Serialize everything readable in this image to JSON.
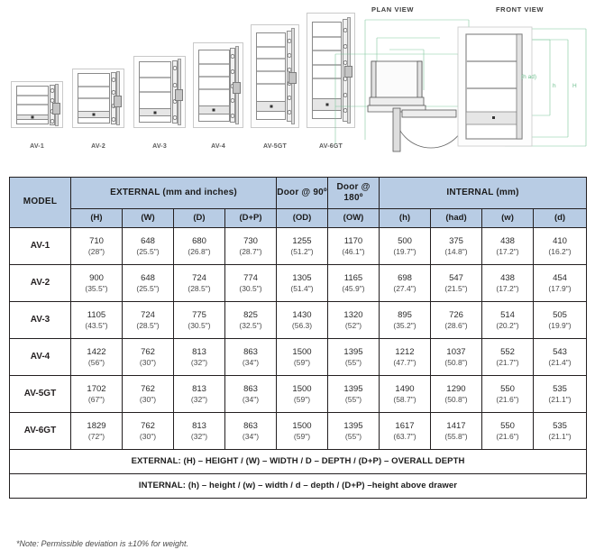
{
  "illustrations": {
    "models": [
      {
        "label": "AV-1",
        "shelves": 2
      },
      {
        "label": "AV-2",
        "shelves": 2
      },
      {
        "label": "AV-3",
        "shelves": 2
      },
      {
        "label": "AV-4",
        "shelves": 3
      },
      {
        "label": "AV-5GT",
        "shelves": 4
      },
      {
        "label": "AV-6GT",
        "shelves": 4
      }
    ]
  },
  "drawings": {
    "plan_view_title": "PLAN VIEW",
    "front_view_title": "FRONT VIEW",
    "front_dimensions": [
      "(h ad)",
      "h",
      "H"
    ],
    "accent_color": "#6fbf8f"
  },
  "table": {
    "header": {
      "model": "MODEL",
      "groups": [
        {
          "label": "EXTERNAL (mm and inches)",
          "span": 4
        },
        {
          "label": "Door @ 90º",
          "span": 1
        },
        {
          "label": "Door @ 180º",
          "span": 1
        },
        {
          "label": "INTERNAL (mm)",
          "span": 4
        }
      ],
      "subs": [
        "(H)",
        "(W)",
        "(D)",
        "(D+P)",
        "(OD)",
        "(OW)",
        "(h)",
        "(had)",
        "(w)",
        "(d)"
      ]
    },
    "rows": [
      {
        "model": "AV-1",
        "values": [
          {
            "mm": "710",
            "inch": "(28\")"
          },
          {
            "mm": "648",
            "inch": "(25.5\")"
          },
          {
            "mm": "680",
            "inch": "(26.8\")"
          },
          {
            "mm": "730",
            "inch": "(28.7\")"
          },
          {
            "mm": "1255",
            "inch": "(51.2\")"
          },
          {
            "mm": "1170",
            "inch": "(46.1\")"
          },
          {
            "mm": "500",
            "inch": "(19.7\")"
          },
          {
            "mm": "375",
            "inch": "(14.8\")"
          },
          {
            "mm": "438",
            "inch": "(17.2\")"
          },
          {
            "mm": "410",
            "inch": "(16.2\")"
          }
        ]
      },
      {
        "model": "AV-2",
        "values": [
          {
            "mm": "900",
            "inch": "(35.5\")"
          },
          {
            "mm": "648",
            "inch": "(25.5\")"
          },
          {
            "mm": "724",
            "inch": "(28.5\")"
          },
          {
            "mm": "774",
            "inch": "(30.5\")"
          },
          {
            "mm": "1305",
            "inch": "(51.4\")"
          },
          {
            "mm": "1165",
            "inch": "(45.9\")"
          },
          {
            "mm": "698",
            "inch": "(27.4\")"
          },
          {
            "mm": "547",
            "inch": "(21.5\")"
          },
          {
            "mm": "438",
            "inch": "(17.2\")"
          },
          {
            "mm": "454",
            "inch": "(17.9\")"
          }
        ]
      },
      {
        "model": "AV-3",
        "values": [
          {
            "mm": "1105",
            "inch": "(43.5\")"
          },
          {
            "mm": "724",
            "inch": "(28.5\")"
          },
          {
            "mm": "775",
            "inch": "(30.5\")"
          },
          {
            "mm": "825",
            "inch": "(32.5\")"
          },
          {
            "mm": "1430",
            "inch": "(56.3)"
          },
          {
            "mm": "1320",
            "inch": "(52\")"
          },
          {
            "mm": "895",
            "inch": "(35.2\")"
          },
          {
            "mm": "726",
            "inch": "(28.6\")"
          },
          {
            "mm": "514",
            "inch": "(20.2\")"
          },
          {
            "mm": "505",
            "inch": "(19.9\")"
          }
        ]
      },
      {
        "model": "AV-4",
        "values": [
          {
            "mm": "1422",
            "inch": "(56\")"
          },
          {
            "mm": "762",
            "inch": "(30\")"
          },
          {
            "mm": "813",
            "inch": "(32\")"
          },
          {
            "mm": "863",
            "inch": "(34\")"
          },
          {
            "mm": "1500",
            "inch": "(59\")"
          },
          {
            "mm": "1395",
            "inch": "(55\")"
          },
          {
            "mm": "1212",
            "inch": "(47.7\")"
          },
          {
            "mm": "1037",
            "inch": "(50.8\")"
          },
          {
            "mm": "552",
            "inch": "(21.7\")"
          },
          {
            "mm": "543",
            "inch": "(21.4\")"
          }
        ]
      },
      {
        "model": "AV-5GT",
        "values": [
          {
            "mm": "1702",
            "inch": "(67\")"
          },
          {
            "mm": "762",
            "inch": "(30\")"
          },
          {
            "mm": "813",
            "inch": "(32\")"
          },
          {
            "mm": "863",
            "inch": "(34\")"
          },
          {
            "mm": "1500",
            "inch": "(59\")"
          },
          {
            "mm": "1395",
            "inch": "(55\")"
          },
          {
            "mm": "1490",
            "inch": "(58.7\")"
          },
          {
            "mm": "1290",
            "inch": "(50.8\")"
          },
          {
            "mm": "550",
            "inch": "(21.6\")"
          },
          {
            "mm": "535",
            "inch": "(21.1\")"
          }
        ]
      },
      {
        "model": "AV-6GT",
        "values": [
          {
            "mm": "1829",
            "inch": "(72\")"
          },
          {
            "mm": "762",
            "inch": "(30\")"
          },
          {
            "mm": "813",
            "inch": "(32\")"
          },
          {
            "mm": "863",
            "inch": "(34\")"
          },
          {
            "mm": "1500",
            "inch": "(59\")"
          },
          {
            "mm": "1395",
            "inch": "(55\")"
          },
          {
            "mm": "1617",
            "inch": "(63.7\")"
          },
          {
            "mm": "1417",
            "inch": "(55.8\")"
          },
          {
            "mm": "550",
            "inch": "(21.6\")"
          },
          {
            "mm": "535",
            "inch": "(21.1\")"
          }
        ]
      }
    ],
    "legend_external": "EXTERNAL: (H) – HEIGHT / (W) – WIDTH / D – DEPTH / (D+P) – OVERALL DEPTH",
    "legend_internal": "INTERNAL: (h) – height / (w) – width / d – depth / (D+P) –height above drawer"
  },
  "note": "*Note: Permissible deviation is ±10% for weight."
}
